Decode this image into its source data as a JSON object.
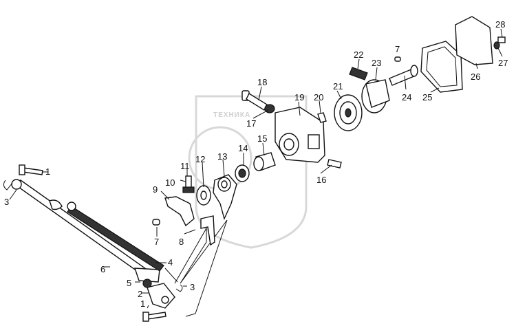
{
  "watermark": {
    "text": "ТЕХНИКА"
  },
  "labels": [
    {
      "id": "l1a",
      "text": "1"
    },
    {
      "id": "l3a",
      "text": "3"
    },
    {
      "id": "l6",
      "text": "6"
    },
    {
      "id": "l4",
      "text": "4"
    },
    {
      "id": "l5",
      "text": "5"
    },
    {
      "id": "l2",
      "text": "2"
    },
    {
      "id": "l1b",
      "text": "1"
    },
    {
      "id": "l3b",
      "text": "3"
    },
    {
      "id": "l7a",
      "text": "7"
    },
    {
      "id": "l8",
      "text": "8"
    },
    {
      "id": "l9",
      "text": "9"
    },
    {
      "id": "l10",
      "text": "10"
    },
    {
      "id": "l11",
      "text": "11"
    },
    {
      "id": "l12",
      "text": "12"
    },
    {
      "id": "l13",
      "text": "13"
    },
    {
      "id": "l14",
      "text": "14"
    },
    {
      "id": "l15",
      "text": "15"
    },
    {
      "id": "l16",
      "text": "16"
    },
    {
      "id": "l17",
      "text": "17"
    },
    {
      "id": "l18",
      "text": "18"
    },
    {
      "id": "l19",
      "text": "19"
    },
    {
      "id": "l20",
      "text": "20"
    },
    {
      "id": "l21",
      "text": "21"
    },
    {
      "id": "l22",
      "text": "22"
    },
    {
      "id": "l23",
      "text": "23"
    },
    {
      "id": "l24",
      "text": "24"
    },
    {
      "id": "l25",
      "text": "25"
    },
    {
      "id": "l26",
      "text": "26"
    },
    {
      "id": "l27",
      "text": "27"
    },
    {
      "id": "l28",
      "text": "28"
    },
    {
      "id": "l7b",
      "text": "7"
    }
  ]
}
